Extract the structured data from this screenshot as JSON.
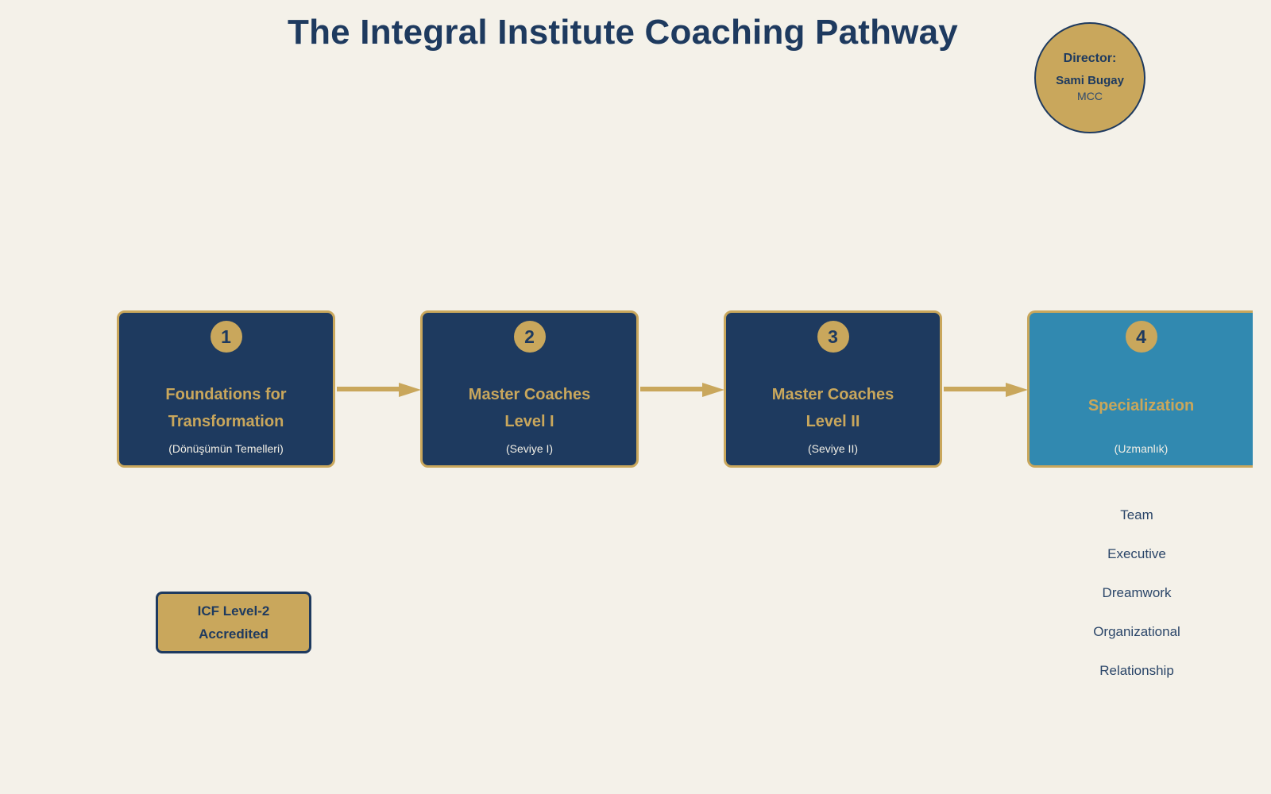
{
  "header": {
    "title": "The Integral Institute Coaching Pathway"
  },
  "director": {
    "role_label": "Director:",
    "name": "Sami Bugay",
    "credential": "MCC"
  },
  "colors": {
    "background": "#f4f1e9",
    "navy": "#1e3a5f",
    "gold": "#c9a75c",
    "teal": "#3189b0",
    "subtitle": "#f2efe6"
  },
  "pathway": {
    "stages": [
      {
        "number": "1",
        "title_line1": "Foundations for",
        "title_line2": "Transformation",
        "subtitle": "(Dönüşümün Temelleri)",
        "theme": "navy"
      },
      {
        "number": "2",
        "title_line1": "Master Coaches",
        "title_line2": "Level I",
        "subtitle": "(Seviye I)",
        "theme": "navy"
      },
      {
        "number": "3",
        "title_line1": "Master Coaches",
        "title_line2": "Level II",
        "subtitle": "(Seviye II)",
        "theme": "navy"
      },
      {
        "number": "4",
        "title_line1": "Specialization",
        "title_line2": "",
        "subtitle": "(Uzmanlık)",
        "theme": "teal"
      }
    ]
  },
  "accreditation": {
    "line1": "ICF Level-2",
    "line2": "Accredited"
  },
  "specializations": {
    "items": [
      {
        "label": "Team"
      },
      {
        "label": "Executive"
      },
      {
        "label": "Dreamwork"
      },
      {
        "label": "Organizational"
      },
      {
        "label": "Relationship"
      }
    ]
  }
}
